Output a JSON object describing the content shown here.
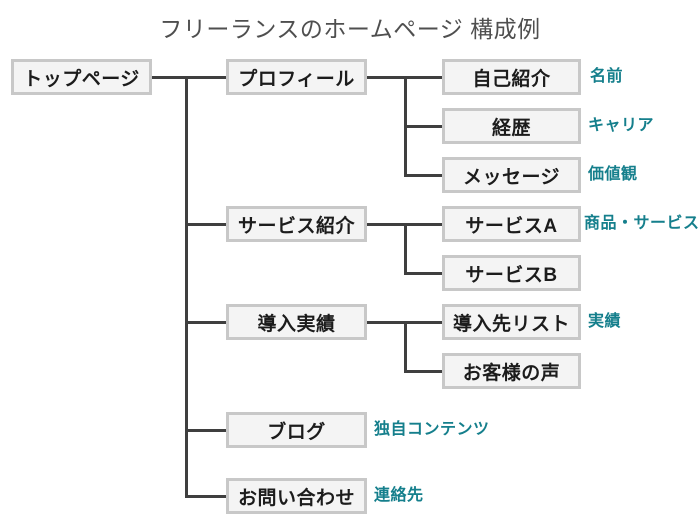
{
  "title": "フリーランスのホームページ 構成例",
  "colors": {
    "title_text": "#4f4f4f",
    "box_border": "#c8c8c8",
    "box_fill": "#f4f4f4",
    "box_text": "#1c1c1c",
    "line": "#3f3f3f",
    "annotation": "#157f8c"
  },
  "tree": {
    "root": {
      "label": "トップページ"
    },
    "sections": [
      {
        "label": "プロフィール",
        "children": [
          {
            "label": "自己紹介",
            "note": "名前"
          },
          {
            "label": "経歴",
            "note": "キャリア"
          },
          {
            "label": "メッセージ",
            "note": "価値観"
          }
        ]
      },
      {
        "label": "サービス紹介",
        "children": [
          {
            "label": "サービスA",
            "note": "商品・サービス"
          },
          {
            "label": "サービスB",
            "note": ""
          }
        ]
      },
      {
        "label": "導入実績",
        "children": [
          {
            "label": "導入先リスト",
            "note": "実績"
          },
          {
            "label": "お客様の声",
            "note": ""
          }
        ]
      },
      {
        "label": "ブログ",
        "note": "独自コンテンツ",
        "children": []
      },
      {
        "label": "お問い合わせ",
        "note": "連絡先",
        "children": []
      }
    ]
  }
}
